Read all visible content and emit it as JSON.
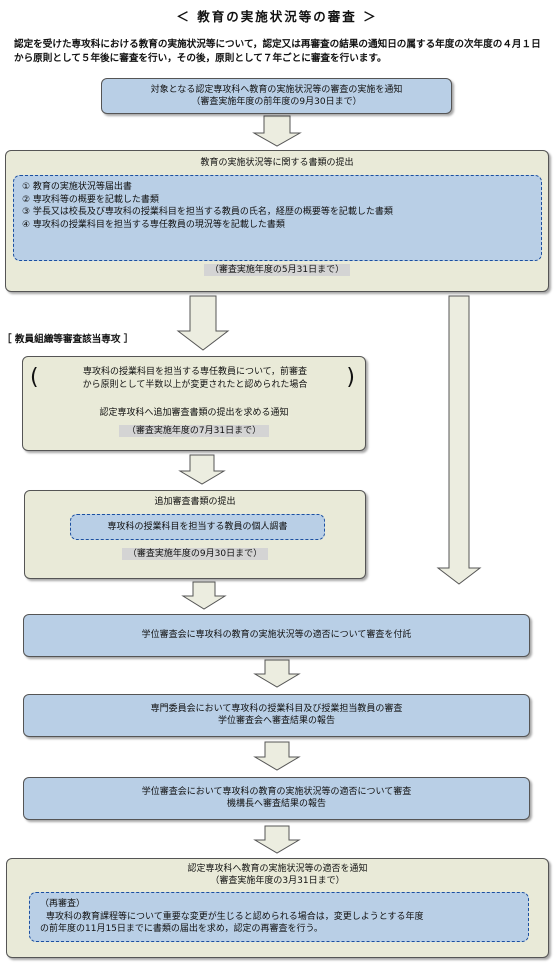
{
  "header": {
    "title": "＜ 教育の実施状況等の審査 ＞",
    "intro": "認定を受けた専攻科における教育の実施状況等について，認定又は再審査の結果の通知日の属する年度の次年度の４月１日から原則として５年後に審査を行い，その後，原則として７年ごとに審査を行います。"
  },
  "flow": {
    "step1": {
      "line1": "対象となる認定専攻科へ教育の実施状況等の審査の実施を通知",
      "line2": "（審査実施年度の前年度の9月30日まで）"
    },
    "step2": {
      "title": "教育の実施状況等に関する書類の提出",
      "items": [
        "①  教育の実施状況等届出書",
        "②  専攻科等の概要を記載した書類",
        "③  学長又は校長及び専攻科の授業科目を担当する教員の氏名，経歴の概要等を記載した書類",
        "④  専攻科の授業科目を担当する専任教員の現況等を記載した書類"
      ],
      "deadline": "（審査実施年度の5月31日まで）"
    },
    "branch_label": "［ 教員組織等審査該当専攻 ］",
    "step3": {
      "condition_line1": "専攻科の授業科目を担当する専任教員について，前審査",
      "condition_line2": "から原則として半数以上が変更されたと認められた場合",
      "notice": "認定専攻科へ追加審査書類の提出を求める通知",
      "deadline": "（審査実施年度の7月31日まで）"
    },
    "step4": {
      "title": "追加審査書類の提出",
      "item": "専攻科の授業科目を担当する教員の個人調書",
      "deadline": "（審査実施年度の9月30日まで）"
    },
    "step5": {
      "text": "学位審査会に専攻科の教育の実施状況等の適否について審査を付託"
    },
    "step6": {
      "line1": "専門委員会において専攻科の授業科目及び授業担当教員の審査",
      "line2": "学位審査会へ審査結果の報告"
    },
    "step7": {
      "line1": "学位審査会において専攻科の教育の実施状況等の適否について審査",
      "line2": "機構長へ審査結果の報告"
    },
    "step8": {
      "line1": "認定専攻科へ教育の実施状況等の適否を通知",
      "line2": "（審査実施年度の3月31日まで）",
      "re_title": "（再審査）",
      "re_text1": "専攻科の教育課程等について重要な変更が生じると認められる場合は，変更しようとする年度",
      "re_text2": "の前年度の11月15日までに書類の届出を求め，認定の再審査を行う。"
    }
  },
  "colors": {
    "box_blue": "#b9cfe6",
    "box_grey": "#e9ead8",
    "arrow_fill": "#e8ead8",
    "deadline_bg": "#d4d4d4"
  }
}
